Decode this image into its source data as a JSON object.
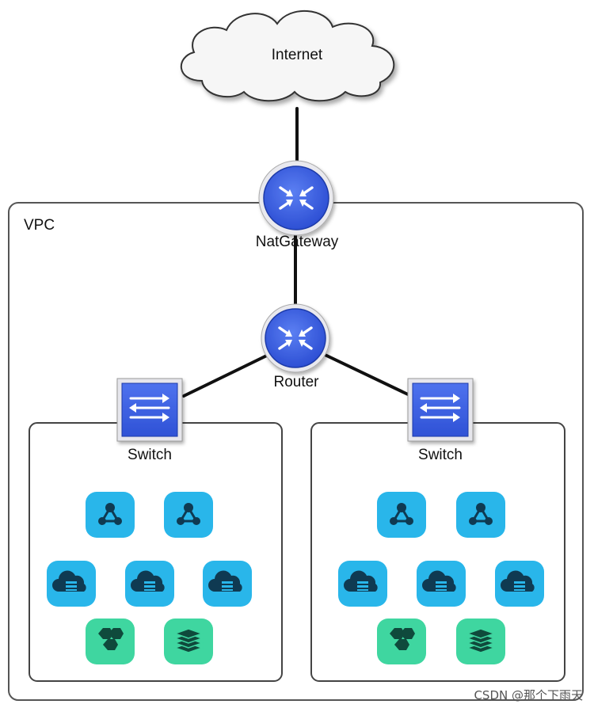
{
  "diagram": {
    "internet_label": "Internet",
    "vpc_label": "VPC",
    "natgateway_label": "NatGateway",
    "router_label": "Router",
    "switch_label": "Switch",
    "zones": [
      {
        "switch_label": "Switch",
        "icons": [
          "network-icon",
          "network-icon",
          "cloud-server-icon",
          "cloud-server-icon",
          "cloud-server-icon",
          "hexagon-cluster-icon",
          "database-stack-icon"
        ]
      },
      {
        "switch_label": "Switch",
        "icons": [
          "network-icon",
          "network-icon",
          "cloud-server-icon",
          "cloud-server-icon",
          "cloud-server-icon",
          "hexagon-cluster-icon",
          "database-stack-icon"
        ]
      }
    ],
    "colors": {
      "device_blue": "#3b5fe0",
      "service_blue": "#29b6ea",
      "service_green": "#3fd6a0",
      "icon_dark": "#0f3a52",
      "line": "#111111",
      "frame": "#555555"
    }
  },
  "watermark": "CSDN @那个下雨天"
}
